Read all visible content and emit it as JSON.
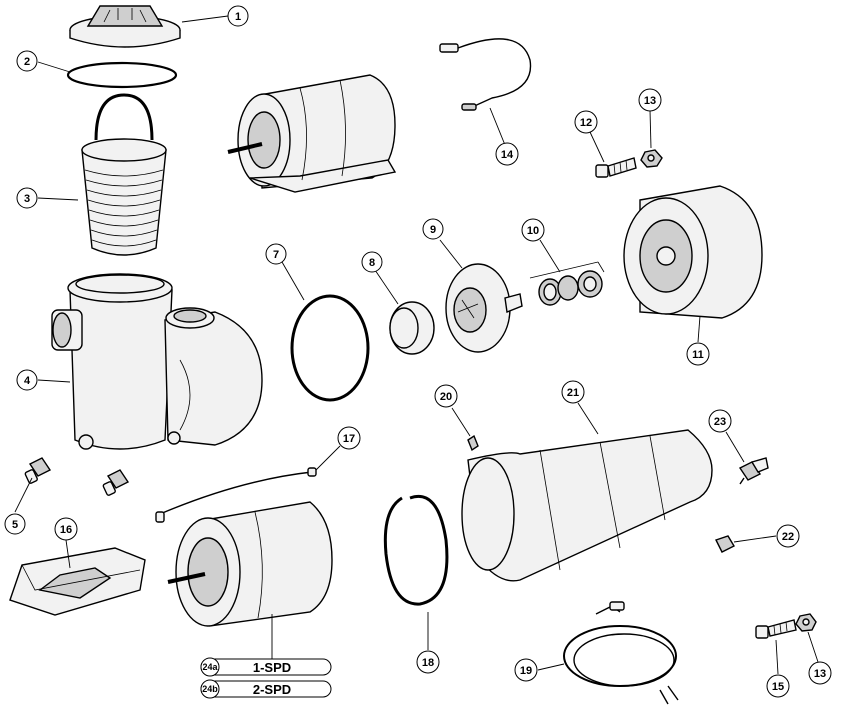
{
  "callouts": {
    "c1": "1",
    "c2": "2",
    "c3": "3",
    "c4": "4",
    "c5": "5",
    "c7": "7",
    "c8": "8",
    "c9": "9",
    "c10": "10",
    "c11": "11",
    "c12": "12",
    "c13a": "13",
    "c13b": "13",
    "c14": "14",
    "c15": "15",
    "c16": "16",
    "c17": "17",
    "c18": "18",
    "c19": "19",
    "c20": "20",
    "c21": "21",
    "c22": "22",
    "c23": "23"
  },
  "motor_options": [
    {
      "id": "24a",
      "label": "1-SPD"
    },
    {
      "id": "24b",
      "label": "2-SPD"
    }
  ]
}
